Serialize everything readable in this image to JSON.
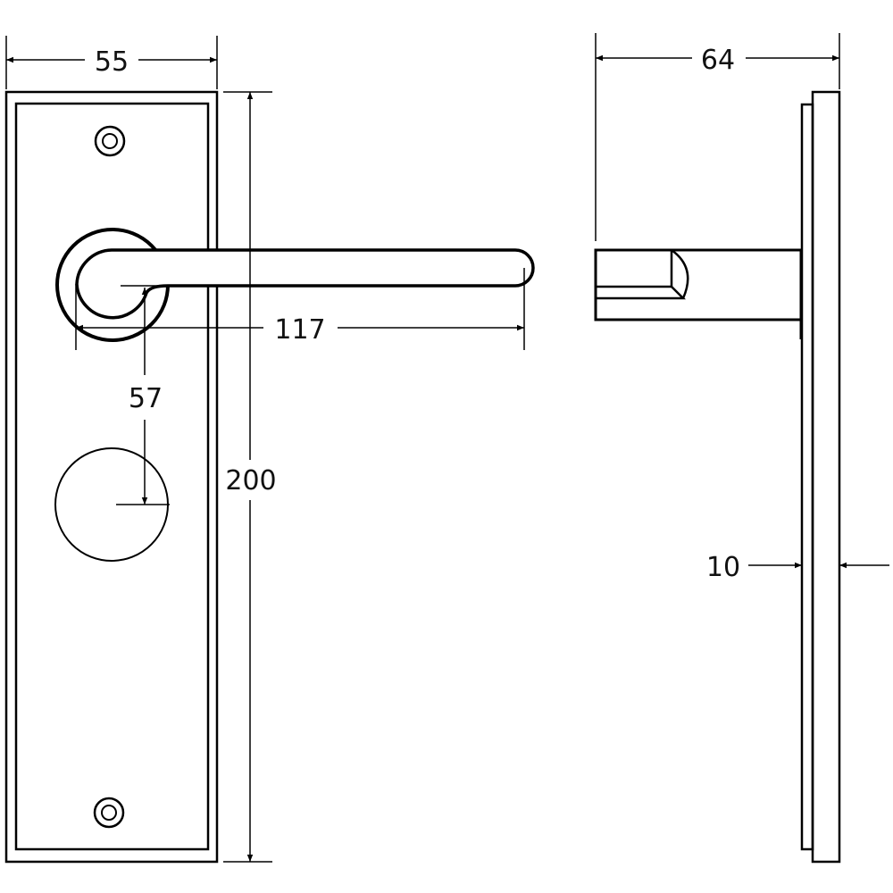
{
  "drawing": {
    "dimensions": {
      "plate_width": "55",
      "plate_height": "200",
      "lever_length": "117",
      "centres": "57",
      "projection": "64",
      "plate_thickness": "10"
    },
    "colors": {
      "line": "#000000",
      "background": "#ffffff"
    }
  }
}
